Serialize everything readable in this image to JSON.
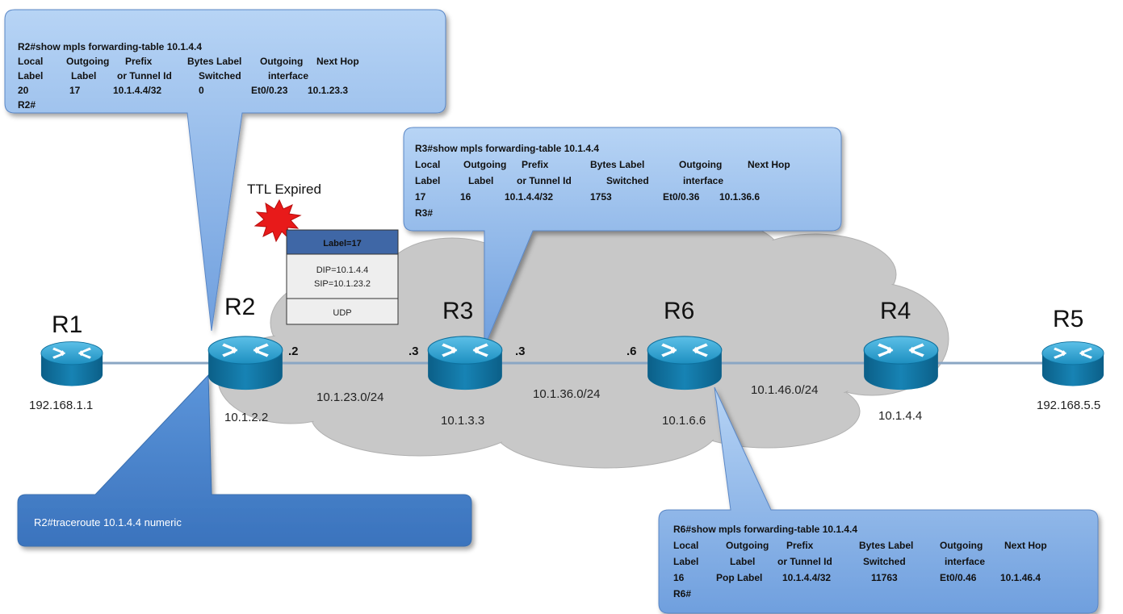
{
  "routers": {
    "r1": {
      "name": "R1",
      "ip": "192.168.1.1"
    },
    "r2": {
      "name": "R2",
      "ip": "10.1.2.2"
    },
    "r3": {
      "name": "R3",
      "ip": "10.1.3.3"
    },
    "r6": {
      "name": "R6",
      "ip": "10.1.6.6"
    },
    "r4": {
      "name": "R4",
      "ip": "10.1.4.4"
    },
    "r5": {
      "name": "R5",
      "ip": "192.168.5.5"
    }
  },
  "interfaces": {
    "r2_r3_side": ".2",
    "r3_left": ".3",
    "r3_right": ".3",
    "r6_left": ".6"
  },
  "networks": {
    "net_23": "10.1.23.0/24",
    "net_36": "10.1.36.0/24",
    "net_46": "10.1.46.0/24"
  },
  "ttl_expired": "TTL Expired",
  "packet": {
    "label": "Label=17",
    "dip": "DIP=10.1.4.4",
    "sip": "SIP=10.1.23.2",
    "proto": "UDP"
  },
  "callouts": {
    "r2": {
      "cmd": "R2#show mpls forwarding-table 10.1.4.4",
      "hdr1": [
        "Local",
        "Outgoing",
        "Prefix",
        "Bytes Label",
        "Outgoing",
        "Next Hop"
      ],
      "hdr2": [
        "Label",
        "Label",
        "or Tunnel Id",
        "Switched",
        "interface"
      ],
      "row": [
        "20",
        "17",
        "10.1.4.4/32",
        "0",
        "Et0/0.23",
        "10.1.23.3"
      ],
      "prompt": "R2#"
    },
    "r3": {
      "cmd": "R3#show mpls forwarding-table 10.1.4.4",
      "hdr1": [
        "Local",
        "Outgoing",
        "Prefix",
        "Bytes Label",
        "Outgoing",
        "Next Hop"
      ],
      "hdr2": [
        "Label",
        "Label",
        "or Tunnel Id",
        "Switched",
        "interface"
      ],
      "row": [
        "17",
        "16",
        "10.1.4.4/32",
        "1753",
        "Et0/0.36",
        "10.1.36.6"
      ],
      "prompt": "R3#"
    },
    "r6": {
      "cmd": "R6#show mpls forwarding-table 10.1.4.4",
      "hdr1": [
        "Local",
        "Outgoing",
        "Prefix",
        "Bytes Label",
        "Outgoing",
        "Next Hop"
      ],
      "hdr2": [
        "Label",
        "Label",
        "or Tunnel Id",
        "Switched",
        "interface"
      ],
      "row": [
        "16",
        "Pop Label",
        "10.1.4.4/32",
        "11763",
        "Et0/0.46",
        "10.1.46.4"
      ],
      "prompt": "R6#"
    }
  },
  "traceroute_cmd": "R2#traceroute 10.1.4.4 numeric",
  "colors": {
    "callout_fill_top": "#a9cbf2",
    "callout_fill_bottom": "#6e9fde",
    "callout_stroke": "#5a87c6",
    "cmd_fill": "#4a86d0",
    "cloud_fill": "#c9c9c9",
    "router_top": "#3aa0cf",
    "router_body": "#0d6f9c",
    "link": "#8aa6c4",
    "packet_header": "#3f67a6",
    "starburst": "#e81a1a"
  }
}
